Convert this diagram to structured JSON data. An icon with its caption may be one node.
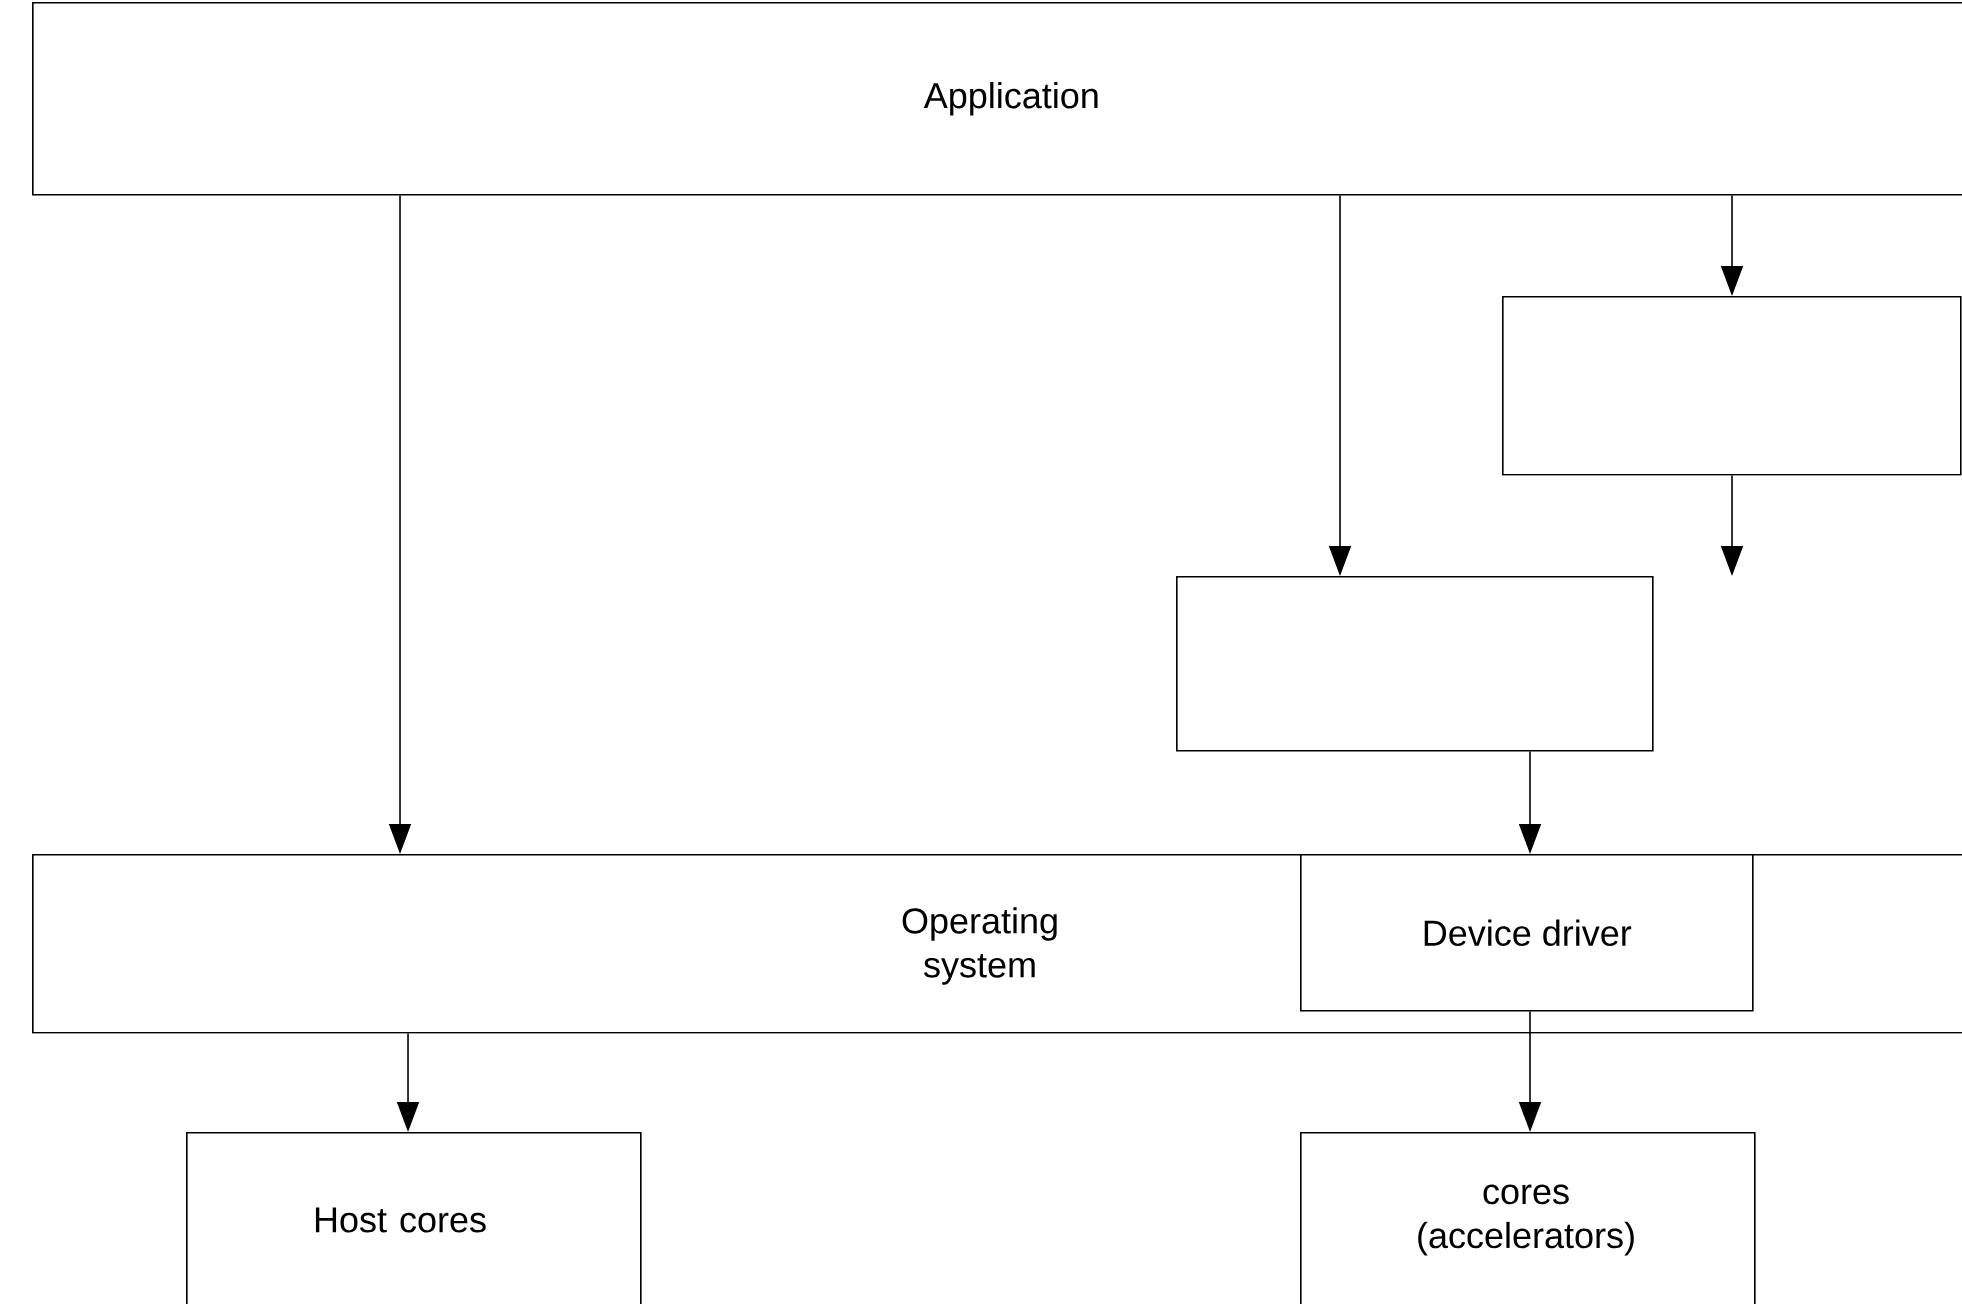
{
  "diagram": {
    "nodes": [
      {
        "text": [
          "Application"
        ]
      },
      {
        "text": [],
        "shape": "box"
      },
      {
        "text": [],
        "shape": "box"
      },
      {
        "text": [
          "Operating system"
        ]
      },
      {
        "text": [
          "Device driver"
        ],
        "in": 3
      },
      {
        "text": [
          "Host cores"
        ]
      },
      {
        "text": [
          "cores (accelerators)"
        ]
      }
    ],
    "edges": [
      {
        "from": 0,
        "to": 3,
        "arrow": "to"
      },
      {
        "from": 0,
        "to": 2,
        "arrow": "to"
      },
      {
        "from": 0,
        "to": 1,
        "arrow": "to"
      },
      {
        "from": 1,
        "to": 2,
        "arrow": "to"
      },
      {
        "from": 2,
        "to": 4,
        "arrow": "to"
      },
      {
        "from": 3,
        "to": 5,
        "arrow": "to"
      },
      {
        "from": 4,
        "to": 6,
        "arrow": "to"
      }
    ]
  }
}
